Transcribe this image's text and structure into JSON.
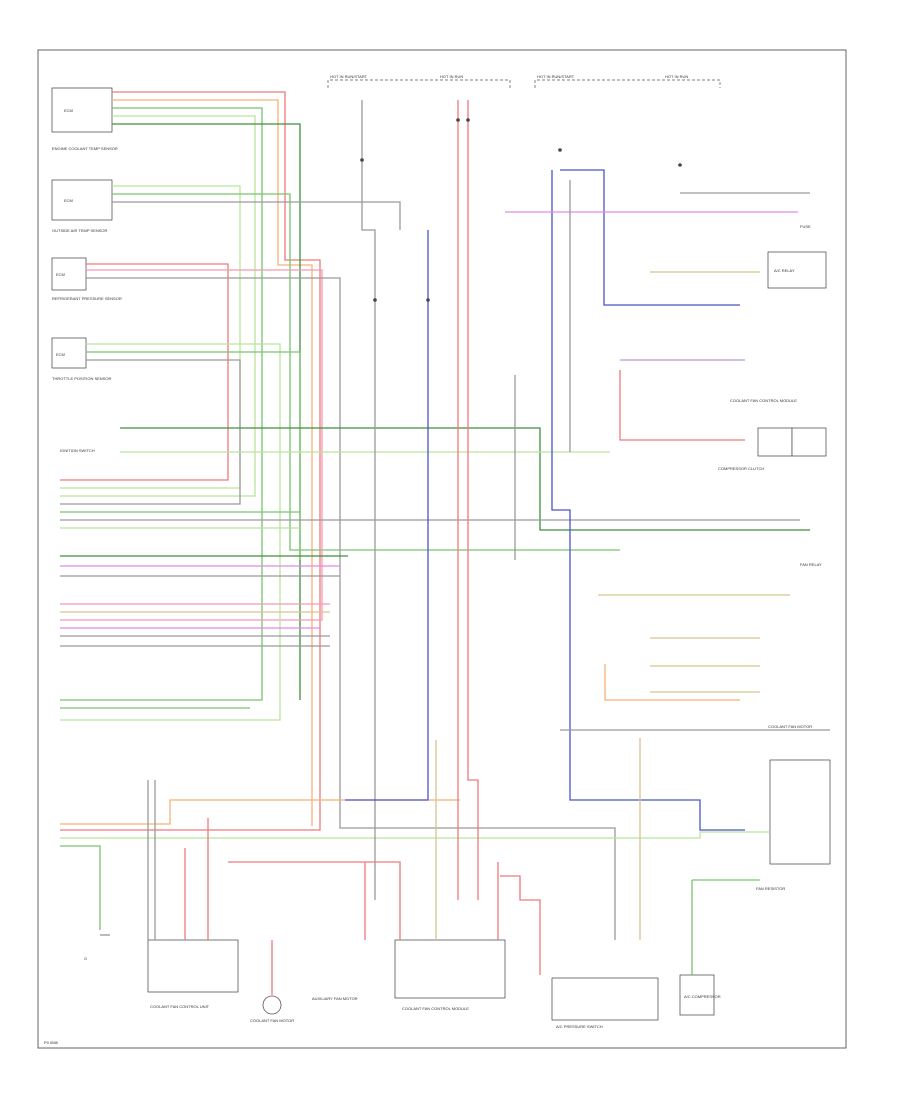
{
  "diagram": {
    "footer_code": "P0 0M8",
    "colors": {
      "red": "#f07a7a",
      "pink": "#f29bb3",
      "orange": "#f5b278",
      "green": "#79c46e",
      "lightgreen": "#b9e39b",
      "darkgreen": "#3d8f3d",
      "gray": "#9a9a9a",
      "blue": "#4a55c8",
      "magenta": "#e08ce8",
      "tan": "#d8c48f",
      "violet": "#b39ad8"
    },
    "labels": {
      "hot_run_start_a": "HOT IN RUN/START",
      "hot_run_a": "HOT IN RUN",
      "hot_run_start_b": "HOT IN RUN/START",
      "hot_run_b": "HOT IN RUN",
      "module_1": "ECM",
      "module_2": "ECM",
      "module_3": "ECM",
      "module_4": "ECM",
      "sensor_1": "ENGINE COOLANT TEMP SENSOR",
      "sensor_2": "OUTSIDE AIR TEMP SENSOR",
      "sensor_3": "REFRIGERANT PRESSURE SENSOR",
      "sensor_4": "THROTTLE POSITION SENSOR",
      "ign": "IGNITION SWITCH",
      "ac_relay": "A/C RELAY",
      "ac_compressor": "A/C COMPRESSOR",
      "compressor_clutch": "COMPRESSOR CLUTCH",
      "fan_control_module": "COOLANT FAN CONTROL MODULE",
      "fan_motor": "COOLANT FAN MOTOR",
      "aux_fan_motor": "AUXILIARY FAN MOTOR",
      "coolant_fan_control_unit": "COOLANT FAN CONTROL UNIT",
      "pressure_switch": "A/C PRESSURE SWITCH",
      "fan_resistor": "FAN RESISTOR",
      "fan_relay": "FAN RELAY",
      "fuse": "FUSE",
      "ground": "G"
    }
  }
}
